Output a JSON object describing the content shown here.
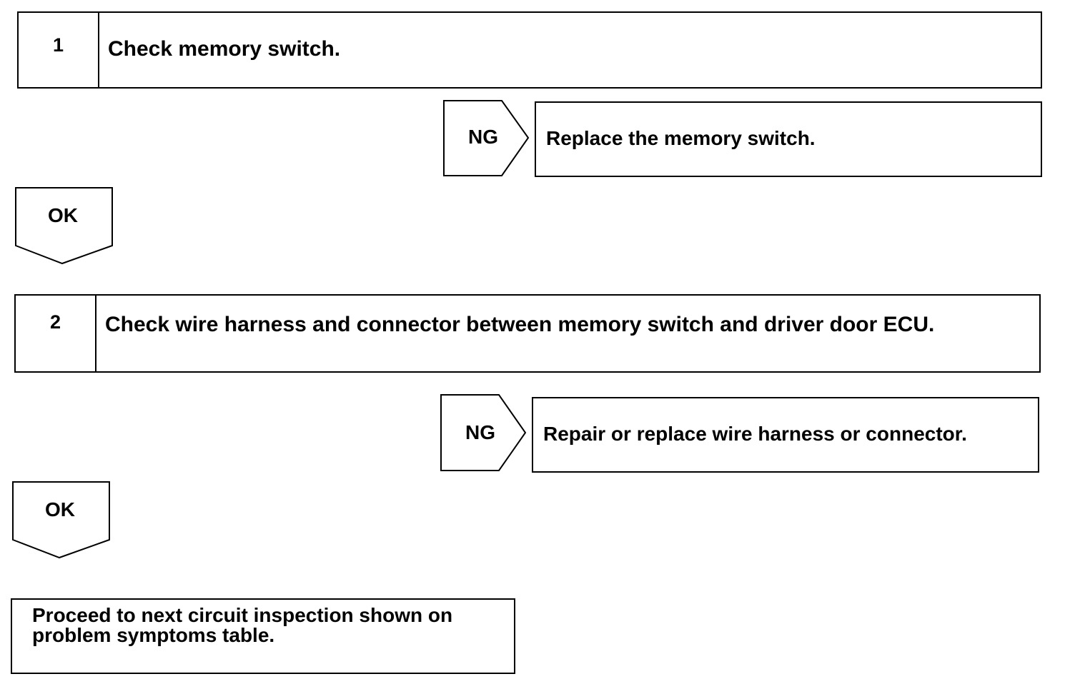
{
  "steps": [
    {
      "number": "1",
      "text": "Check memory switch."
    },
    {
      "number": "2",
      "text": "Check wire harness and connector between memory switch and driver door ECU."
    }
  ],
  "ng_actions": [
    {
      "label": "NG",
      "text": "Replace the memory switch."
    },
    {
      "label": "NG",
      "text": "Repair or replace wire harness or connector."
    }
  ],
  "ok_arrows": [
    {
      "label": "OK"
    },
    {
      "label": "OK"
    }
  ],
  "final": {
    "text": "Proceed to next circuit inspection shown on problem symptoms table."
  }
}
